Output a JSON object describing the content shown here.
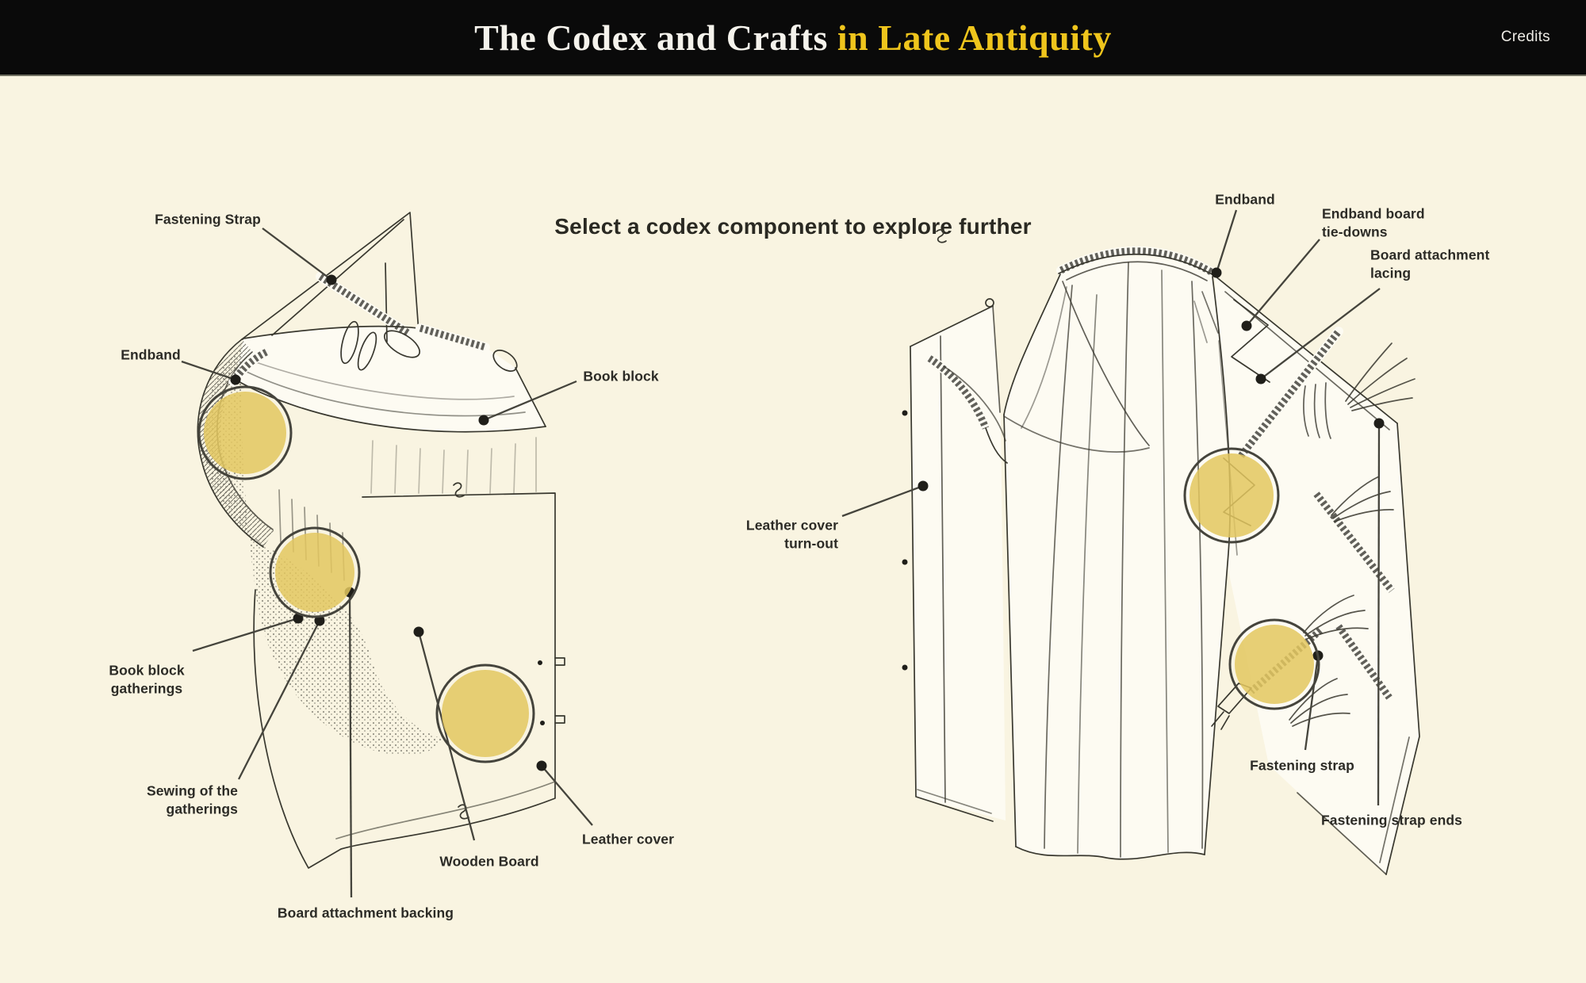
{
  "header": {
    "title_main": "The Codex and Crafts",
    "title_accent": " in Late Antiquity",
    "credits_label": "Credits"
  },
  "instruction": "Select a codex component to explore further",
  "colors": {
    "page_background": "#f9f4e1",
    "header_background": "#0a0a0a",
    "title_white": "#f5f3ec",
    "title_gold": "#efc51c",
    "ink": "#39382f",
    "label_text": "#2c2b26",
    "hotspot_fill": "#e3c75f",
    "hotspot_ring": "#45443c"
  },
  "left_codex": {
    "labels": {
      "fastening_strap": "Fastening Strap",
      "endband": "Endband",
      "book_block": "Book block",
      "book_block_gatherings": "Book block\ngatherings",
      "sewing_of_the_gatherings": "Sewing of the\ngatherings",
      "wooden_board": "Wooden Board",
      "board_attachment_backing": "Board attachment backing",
      "leather_cover": "Leather cover"
    }
  },
  "right_codex": {
    "labels": {
      "endband": "Endband",
      "endband_board_tie_downs": "Endband board\ntie-downs",
      "board_attachment_lacing": "Board attachment\nlacing",
      "leather_cover_turn_out": "Leather cover\nturn-out",
      "fastening_strap": "Fastening strap",
      "fastening_strap_ends": "Fastening strap ends"
    }
  }
}
